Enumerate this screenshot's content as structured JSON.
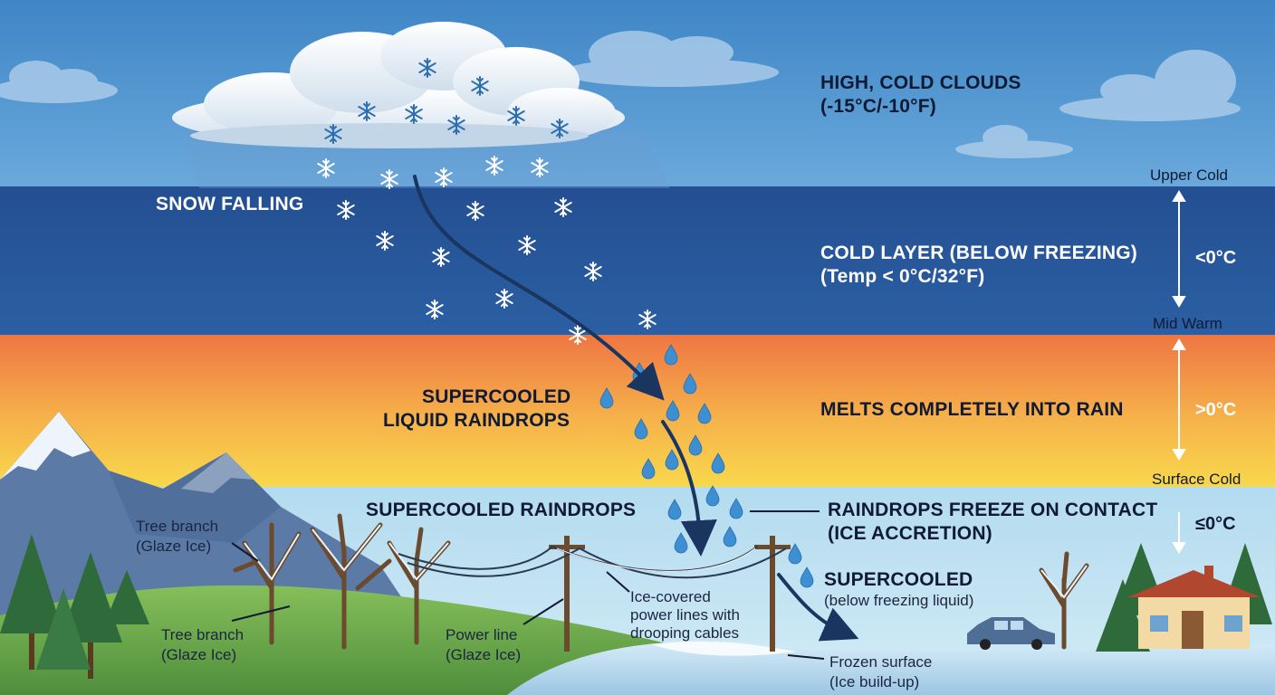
{
  "colors": {
    "sky": "#4a8fca",
    "cold_layer": "#275a9c",
    "warm_top": "#ee7a46",
    "warm_bottom": "#f7d146",
    "surface_air": "#b9def0",
    "ground": "#6aa84f"
  },
  "layers": {
    "top": {
      "title": "HIGH, COLD CLOUDS",
      "sub": "(-15°C/-10°F)"
    },
    "cold": {
      "left_label": "SNOW FALLING",
      "title": "COLD LAYER (BELOW FREEZING)",
      "sub": "(Temp < 0°C/32°F)",
      "temp": "<0°C"
    },
    "warm": {
      "left_label_1": "SUPERCOOLED",
      "left_label_2": "LIQUID RAINDROPS",
      "title": "MELTS COMPLETELY INTO RAIN",
      "temp": ">0°C"
    },
    "surface": {
      "left_label": "SUPERCOOLED RAINDROPS",
      "title_1": "RAINDROPS FREEZE ON CONTACT",
      "title_2": "(ICE ACCRETION)",
      "temp": "≤0°C",
      "super_title": "SUPERCOOLED",
      "super_sub": "(below freezing liquid)"
    }
  },
  "scale": {
    "upper": "Upper Cold",
    "mid": "Mid Warm",
    "surface": "Surface Cold"
  },
  "annotations": {
    "tree_top_1": "Tree branch",
    "tree_top_2": "(Glaze Ice)",
    "tree_bottom_1": "Tree branch",
    "tree_bottom_2": "(Glaze Ice)",
    "power_1": "Power line",
    "power_2": "(Glaze Ice)",
    "cables_1": "Ice-covered",
    "cables_2": "power lines with",
    "cables_3": "drooping cables",
    "frozen_1": "Frozen surface",
    "frozen_2": "(Ice build-up)"
  }
}
